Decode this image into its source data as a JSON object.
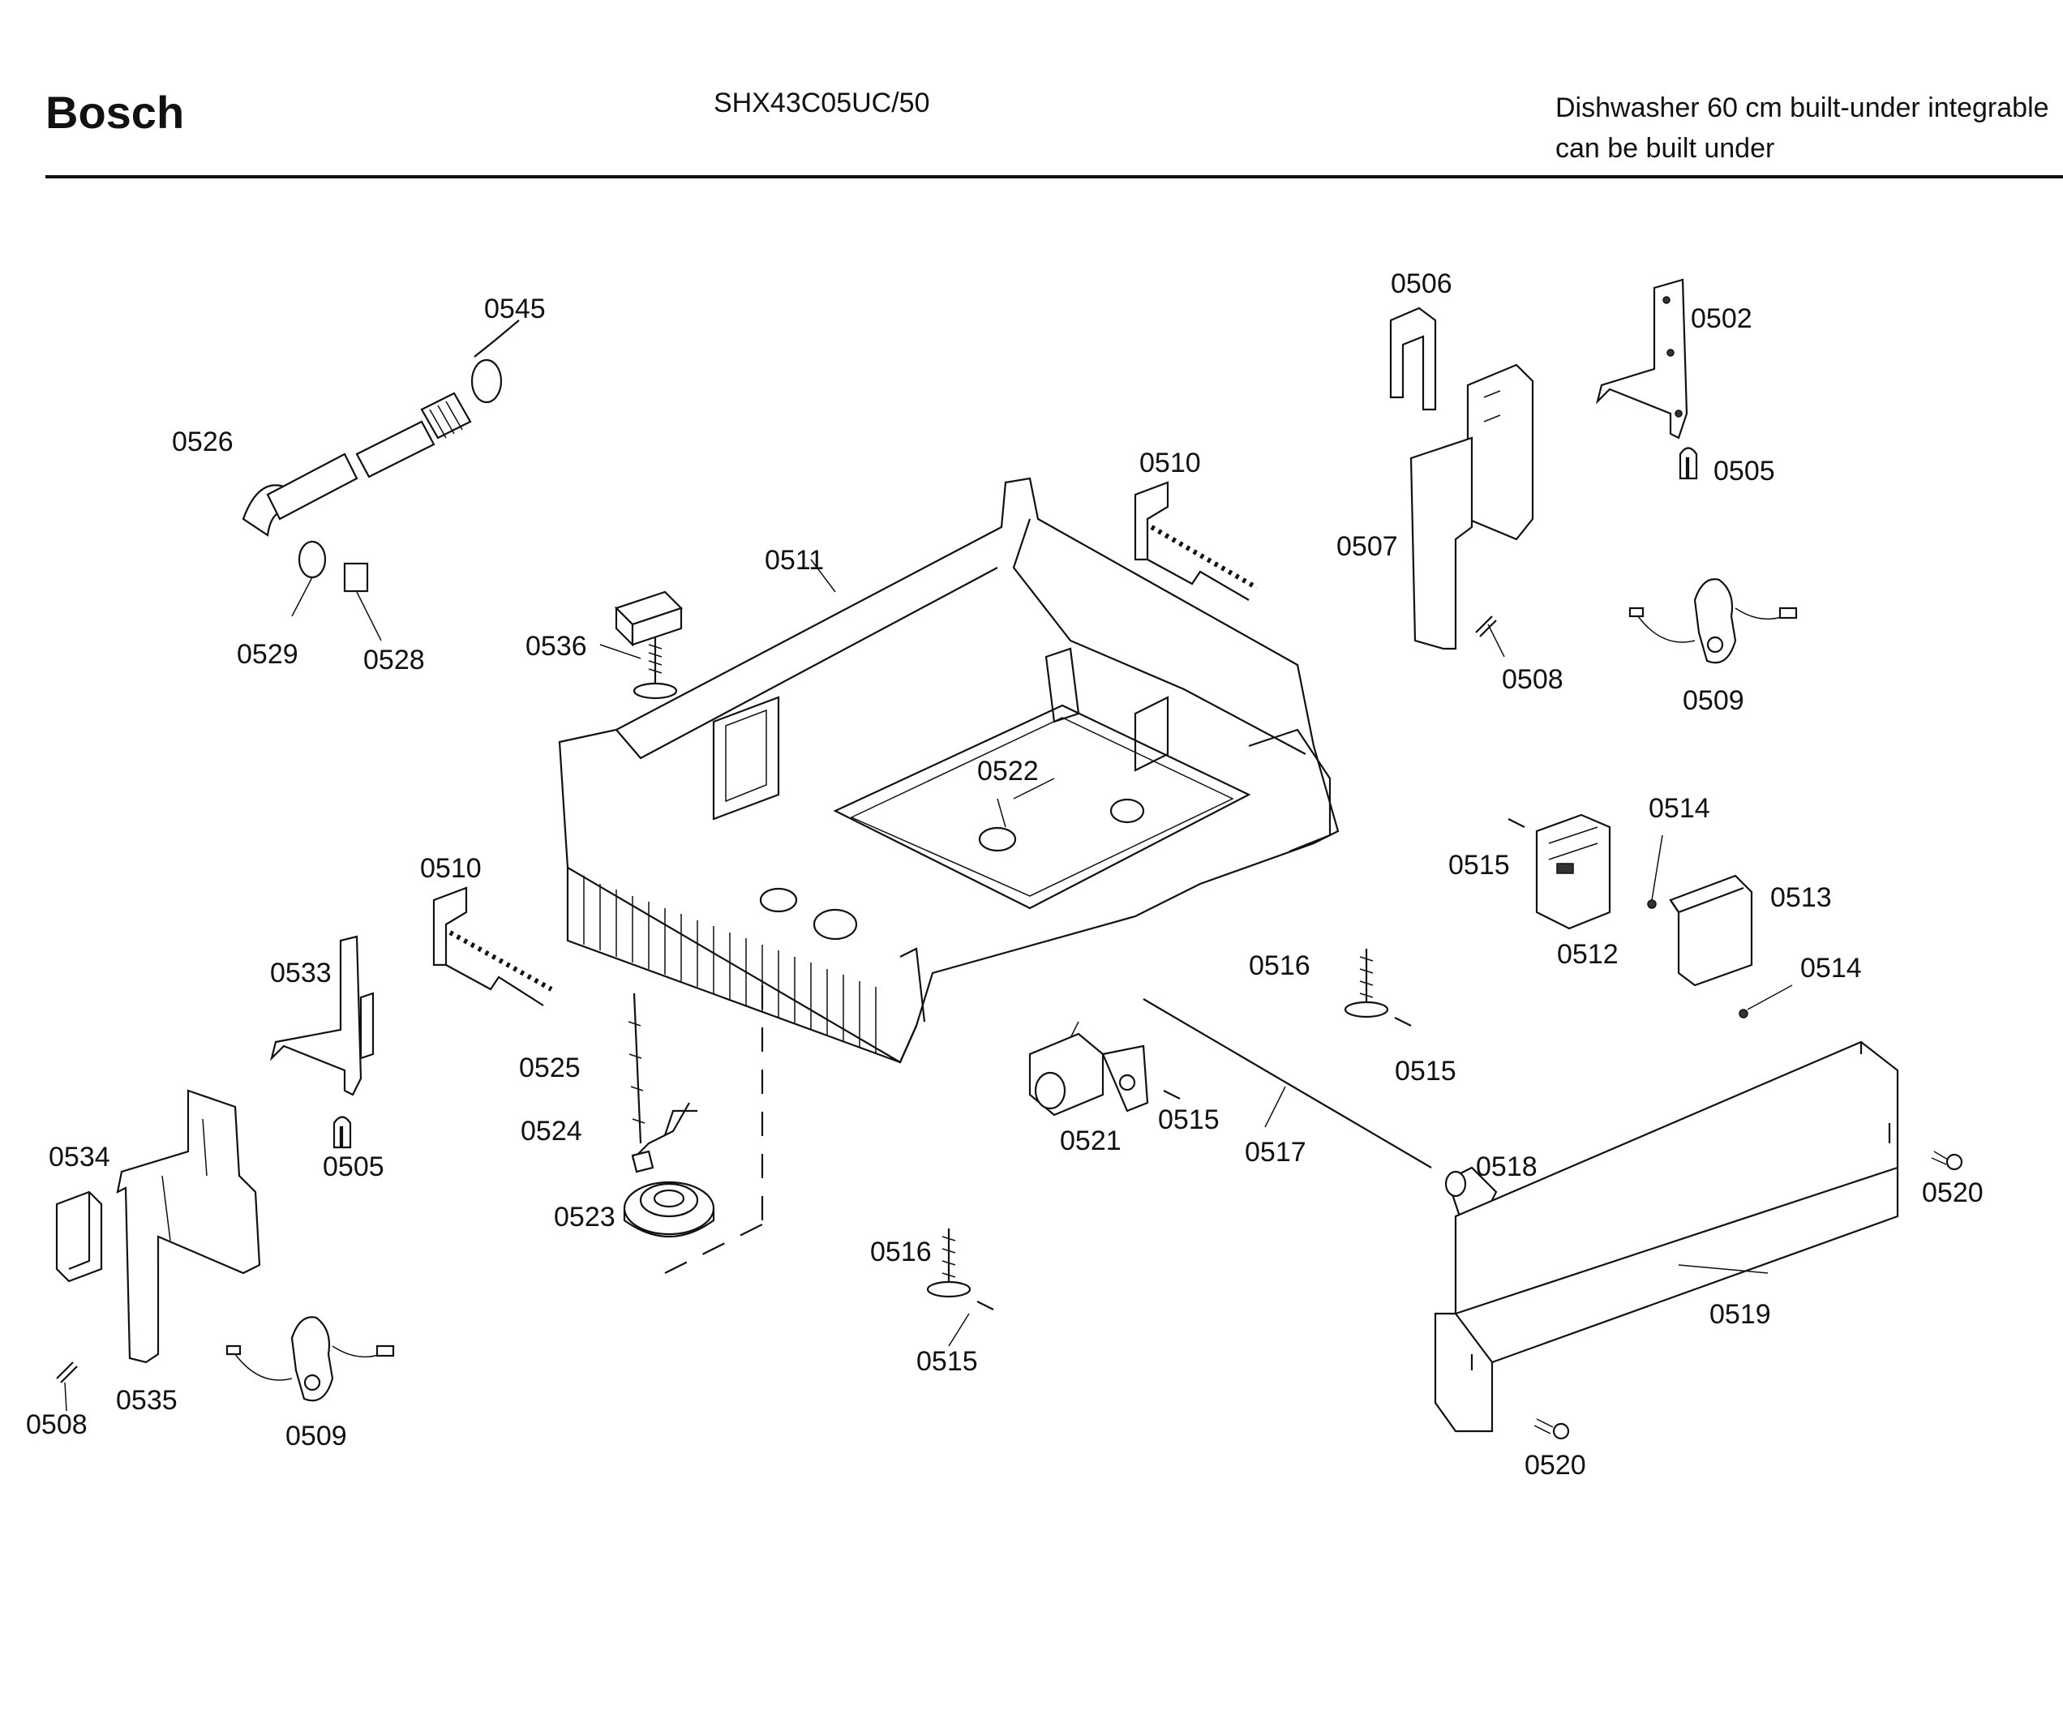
{
  "header": {
    "brand": "Bosch",
    "model": "SHX43C05UC/50",
    "description_line1": "Dishwasher 60 cm built-under integrable",
    "description_line2": "can be built under"
  },
  "callouts": [
    "0545",
    "0526",
    "0529",
    "0528",
    "0536",
    "0511",
    "0510",
    "0522",
    "0506",
    "0502",
    "0505",
    "0507",
    "0508",
    "0509",
    "0514",
    "0515",
    "0513",
    "0512",
    "0516",
    "0533",
    "0525",
    "0524",
    "0523",
    "0534",
    "0535",
    "0521",
    "0517",
    "0518",
    "0520",
    "0519"
  ]
}
